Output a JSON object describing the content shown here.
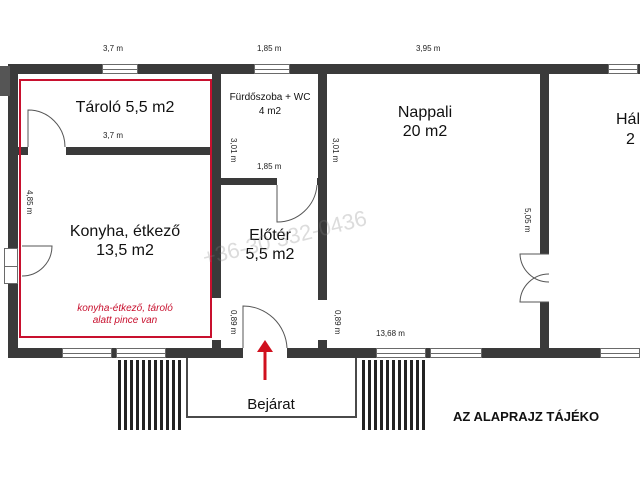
{
  "colors": {
    "wall": "#3a3a3a",
    "accent": "#c8102e",
    "text": "#111111"
  },
  "dimensions": {
    "top_left": "3,7 m",
    "top_mid": "1,85 m",
    "top_right": "3,95 m",
    "storage_width": "3,7 m",
    "bath_height_left": "3,01 m",
    "bath_height_right": "3,01 m",
    "bath_width": "1,85 m",
    "kitchen_height": "4,85 m",
    "living_height": "5,05 m",
    "hall_left": "0,89 m",
    "hall_right": "0,89 m",
    "total_width": "13,68 m"
  },
  "rooms": {
    "storage": {
      "name": "Tároló 5,5 m2"
    },
    "bathroom": {
      "name": "Fürdőszoba + WC",
      "area": "4 m2"
    },
    "living": {
      "name": "Nappali",
      "area": "20 m2"
    },
    "kitchen": {
      "name": "Konyha, étkező",
      "area": "13,5 m2"
    },
    "hallway": {
      "name": "Előtér",
      "area": "5,5 m2"
    },
    "bedroom": {
      "name": "Hál",
      "area": "2"
    },
    "entrance": {
      "name": "Bejárat"
    }
  },
  "note": {
    "line1": "konyha-étkező, tároló",
    "line2": "alatt pince van"
  },
  "watermark": "+36-30 332-0436",
  "footer_text": "AZ ALAPRAJZ TÁJÉKO",
  "icons": [
    "door-swing-icon",
    "entrance-arrow-icon",
    "stairs-icon"
  ]
}
